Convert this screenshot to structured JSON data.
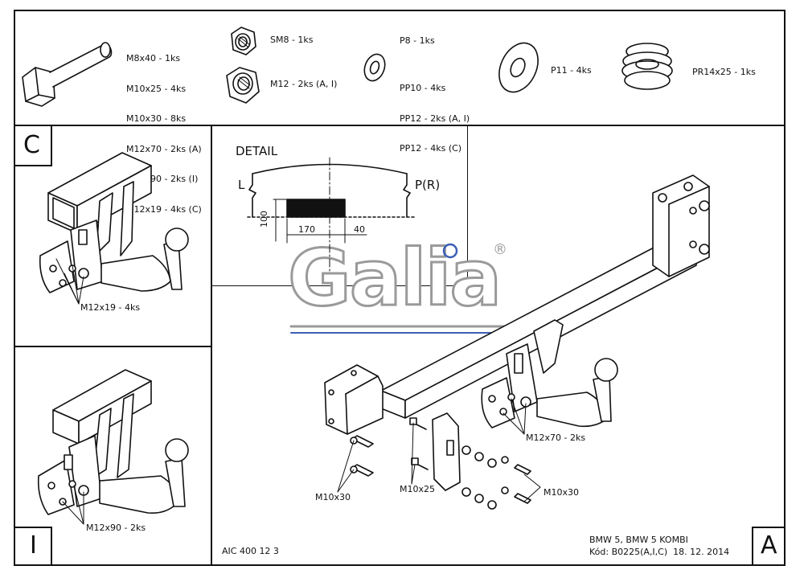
{
  "parts": {
    "bolts": [
      "M8x40 - 1ks",
      "M10x25 - 4ks",
      "M10x30 - 8ks",
      "M12x70 - 2ks (A)",
      "M12x90 - 2ks (I)",
      "M12x19 - 4ks (C)"
    ],
    "nuts_sm": "SM8 - 1ks",
    "nuts_m": "M12 - 2ks (A, I)",
    "washer_p8": "P8 - 1ks",
    "washers_pp": [
      "PP10 - 4ks",
      "PP12 - 2ks (A, I)",
      "PP12 - 4ks (C)"
    ],
    "washer_p11": "P11 - 4ks",
    "spring": "PR14x25 - 1ks"
  },
  "variants": {
    "c": {
      "letter": "C",
      "callout": "M12x19 - 4ks"
    },
    "i": {
      "letter": "I",
      "callout": "M12x90 - 2ks"
    },
    "a": {
      "letter": "A",
      "callout": "M12x70 - 2ks"
    }
  },
  "detail": {
    "title": "DETAIL",
    "left": "L",
    "right": "P(R)",
    "dim_height": "100",
    "dim_center": "170",
    "dim_right": "40"
  },
  "logo": {
    "text": "Galia",
    "registered": "®"
  },
  "main_callouts": {
    "left_m10x30": "M10x30",
    "m10x25": "M10x25",
    "right_m10x30": "M10x30"
  },
  "footer": {
    "code": "AIC 400 12 3",
    "vehicle": "BMW 5, BMW 5 KOMBI",
    "kod": "Kód: B0225(A,I,C)  18. 12. 2014"
  },
  "colors": {
    "line": "#111111",
    "logo_blue": "#3a5fb5",
    "logo_gray": "#9a9a9a"
  }
}
